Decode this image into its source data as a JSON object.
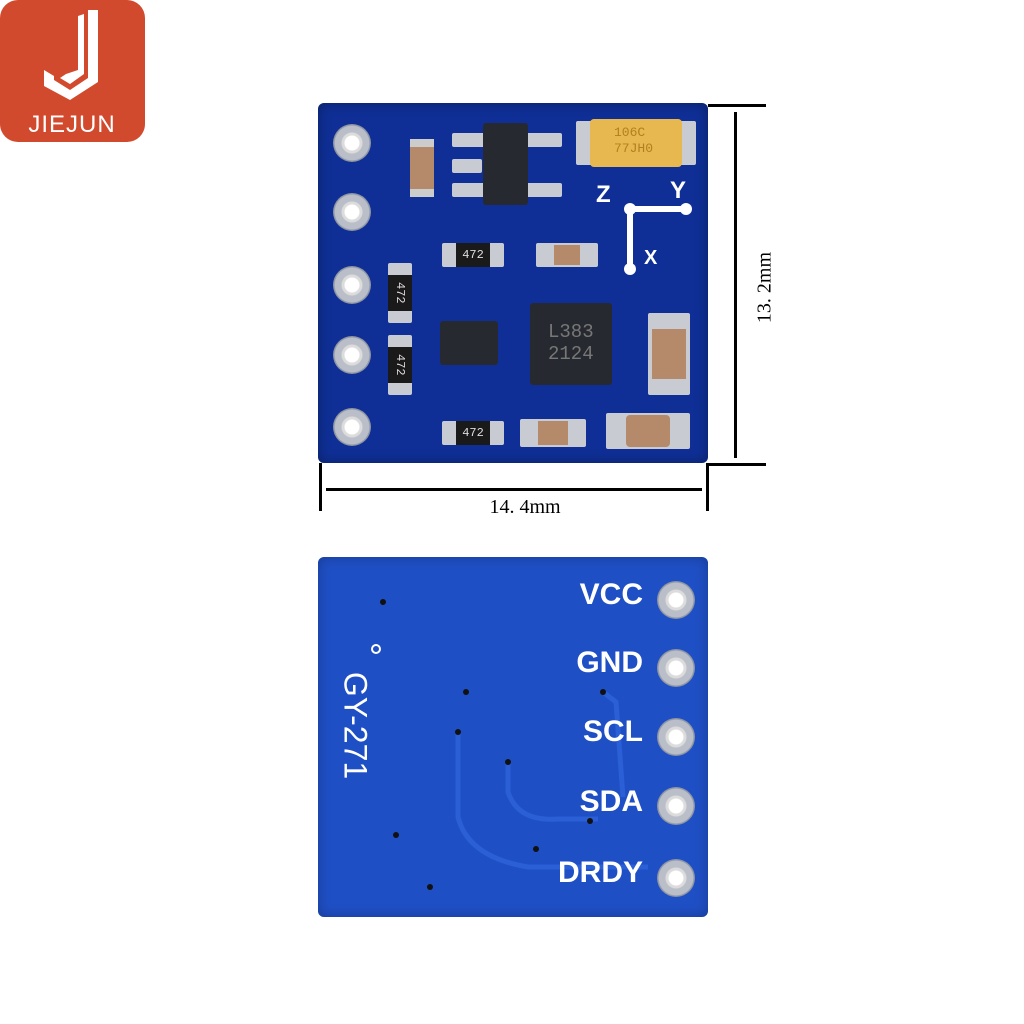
{
  "logo": {
    "brand": "JIEJUN",
    "color": "#d24a2e"
  },
  "top_board": {
    "axis_labels": [
      "Z",
      "Y",
      "X"
    ],
    "resistor_code": "472",
    "chip_marking": [
      "L383",
      "2124"
    ],
    "tantalum_marking": [
      "106C",
      "77JH0"
    ]
  },
  "dimensions": {
    "height": "13. 2mm",
    "width": "14. 4mm"
  },
  "bottom_board": {
    "model": "GY-271",
    "pins": [
      "VCC",
      "GND",
      "SCL",
      "SDA",
      "DRDY"
    ]
  }
}
